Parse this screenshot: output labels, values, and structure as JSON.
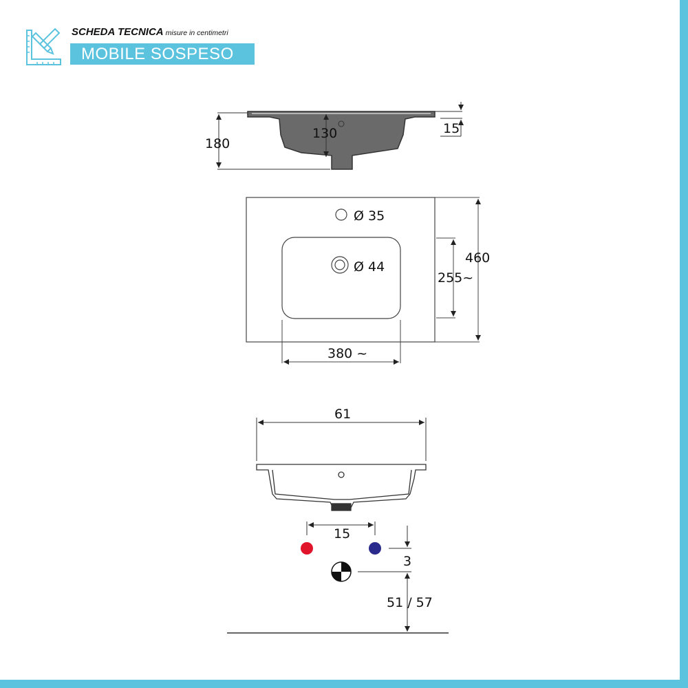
{
  "header": {
    "title": "SCHEDA TECNICA",
    "subtitle": "misure in centimetri",
    "product": "MOBILE SOSPESO",
    "icon": "ruler-pencil-icon"
  },
  "colors": {
    "accent": "#5bc3de",
    "hot_water": "#e0142a",
    "cold_water": "#2a2a8c",
    "line": "#333333"
  },
  "side_view": {
    "total_height": "180",
    "basin_depth": "130",
    "rim_thickness": "15"
  },
  "top_view": {
    "tap_hole": "Ø 35",
    "drain": "Ø 44",
    "depth": "460",
    "bowl_depth": "255~",
    "bowl_width": "380 ~"
  },
  "front_view": {
    "width": "61",
    "tap_spacing": "15",
    "offset": "3",
    "drain_height": "51 / 57"
  }
}
